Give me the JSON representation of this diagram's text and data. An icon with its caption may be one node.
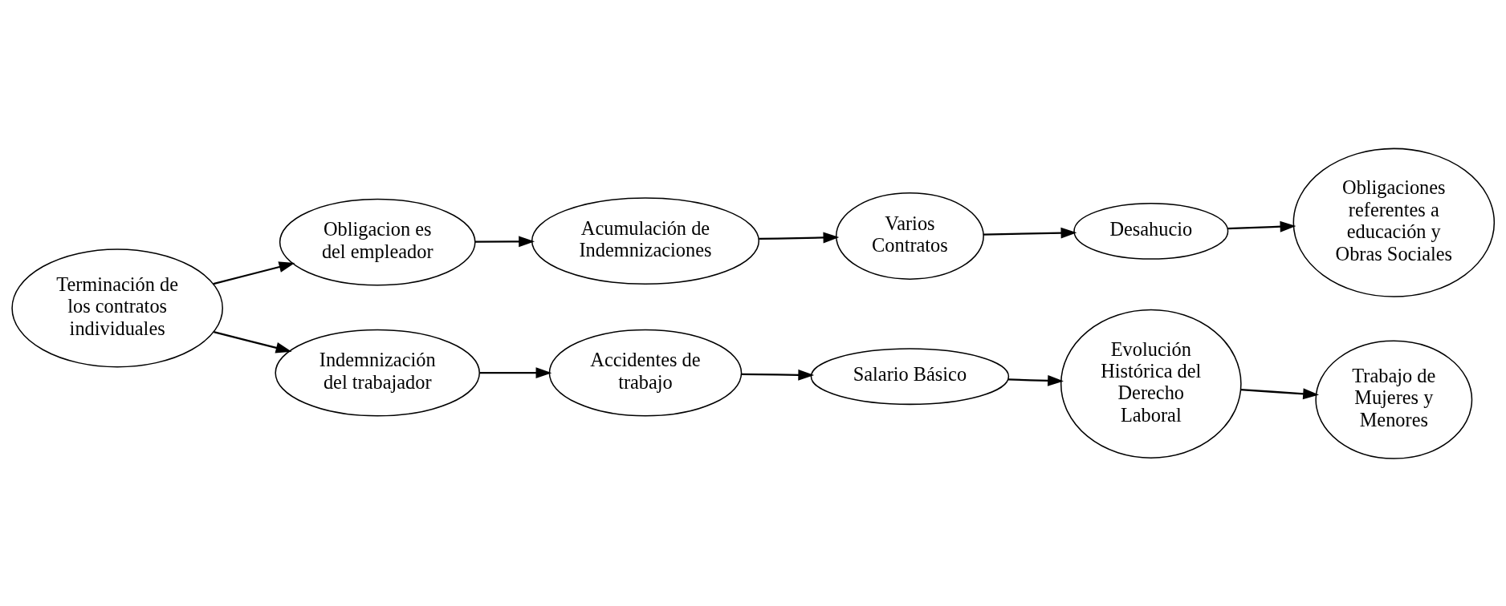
{
  "diagram": {
    "nodes": [
      {
        "text": [
          "Terminación de los contratos individuales"
        ]
      },
      {
        "text": [
          "Obligacion es del empleador"
        ]
      },
      {
        "text": [
          "Acumulación de Indemnizaciones"
        ]
      },
      {
        "text": [
          "Varios Contratos"
        ]
      },
      {
        "text": [
          "Desahucio"
        ]
      },
      {
        "text": [
          "Obligaciones referentes a educación y Obras Sociales"
        ]
      },
      {
        "text": [
          "Indemnización del trabajador"
        ]
      },
      {
        "text": [
          "Accidentes de trabajo"
        ]
      },
      {
        "text": [
          "Salario Básico"
        ]
      },
      {
        "text": [
          "Evolución Histórica del Derecho Laboral"
        ]
      },
      {
        "text": [
          "Trabajo de Mujeres y Menores"
        ]
      }
    ],
    "edges": [
      {
        "from": 0,
        "to": 1,
        "arrow": "to"
      },
      {
        "from": 1,
        "to": 2,
        "arrow": "to"
      },
      {
        "from": 2,
        "to": 3,
        "arrow": "to"
      },
      {
        "from": 3,
        "to": 4,
        "arrow": "to"
      },
      {
        "from": 4,
        "to": 5,
        "arrow": "to"
      },
      {
        "from": 0,
        "to": 6,
        "arrow": "to"
      },
      {
        "from": 6,
        "to": 7,
        "arrow": "to"
      },
      {
        "from": 7,
        "to": 8,
        "arrow": "to"
      },
      {
        "from": 8,
        "to": 9,
        "arrow": "to"
      },
      {
        "from": 9,
        "to": 10,
        "arrow": "to"
      }
    ]
  }
}
